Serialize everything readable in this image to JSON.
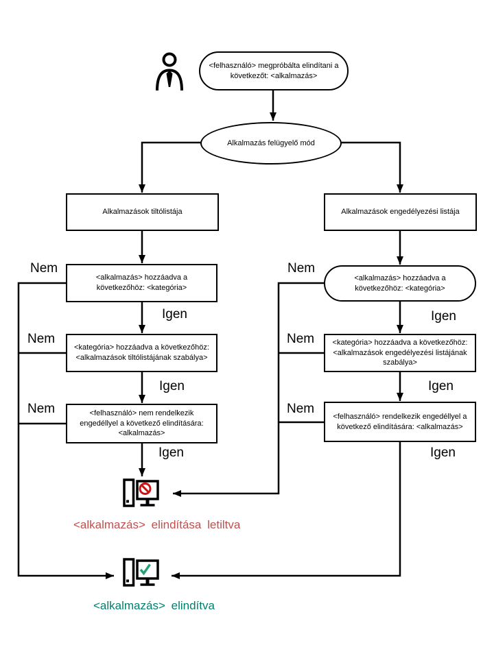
{
  "diagram": {
    "type": "flowchart",
    "language": "Hungarian",
    "background": "#ffffff",
    "labels": {
      "yes": "Igen",
      "no": "Nem"
    },
    "colors": {
      "line": "#000000",
      "box_border": "#000000",
      "blocked_text": "#c0504d",
      "blocked_sign": "#cc1414",
      "started_text": "#00806c",
      "check_mark": "#26a17b"
    },
    "icons": {
      "actor": "person-icon",
      "blocked": "computer-blocked-icon",
      "started": "computer-check-icon"
    },
    "nodes": {
      "start": "<felhasználó> megpróbálta elindítani a következőt: <alkalmazás>",
      "mode": "Alkalmazás felügyelő mód",
      "denylist_title": "Alkalmazások tiltólistája",
      "denylist_step1": "<alkalmazás> hozzáadva a következőhöz: <kategória>",
      "denylist_step2": "<kategória> hozzáadva a következőhöz: <alkalmazások tiltólistájának szabálya>",
      "denylist_step3": "<felhasználó> nem rendelkezik engedéllyel a következő elindítására: <alkalmazás>",
      "allowlist_title": "Alkalmazások engedélyezési listája",
      "allowlist_step1": "<alkalmazás> hozzáadva a következőhöz: <kategória>",
      "allowlist_step2": "<kategória> hozzáadva a következőhöz: <alkalmazások engedélyezési listájának szabálya>",
      "allowlist_step3": "<felhasználó> rendelkezik engedéllyel a következő elindítására: <alkalmazás>",
      "outcome_blocked": "<alkalmazás> elindítása letiltva",
      "outcome_started": "<alkalmazás> elindítva"
    }
  }
}
